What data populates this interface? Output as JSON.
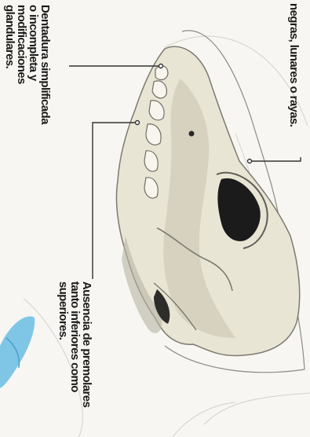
{
  "annotations": {
    "top_right": "negras, lunares o rayas.",
    "dentadura": "Dentadura simplificada\no incompleta y\nmodificaciones\nglandulares.",
    "premolares": "Ausencia de premolares\ntanto inferiores como\nsuperiores."
  },
  "colors": {
    "background": "#f7f6f2",
    "skull_light": "#e9e5d4",
    "skull_shadow": "#8f8d80",
    "cavity_dark": "#1b1b1b",
    "leader_line": "#333333",
    "accent_blue": "#7fc6e6"
  }
}
